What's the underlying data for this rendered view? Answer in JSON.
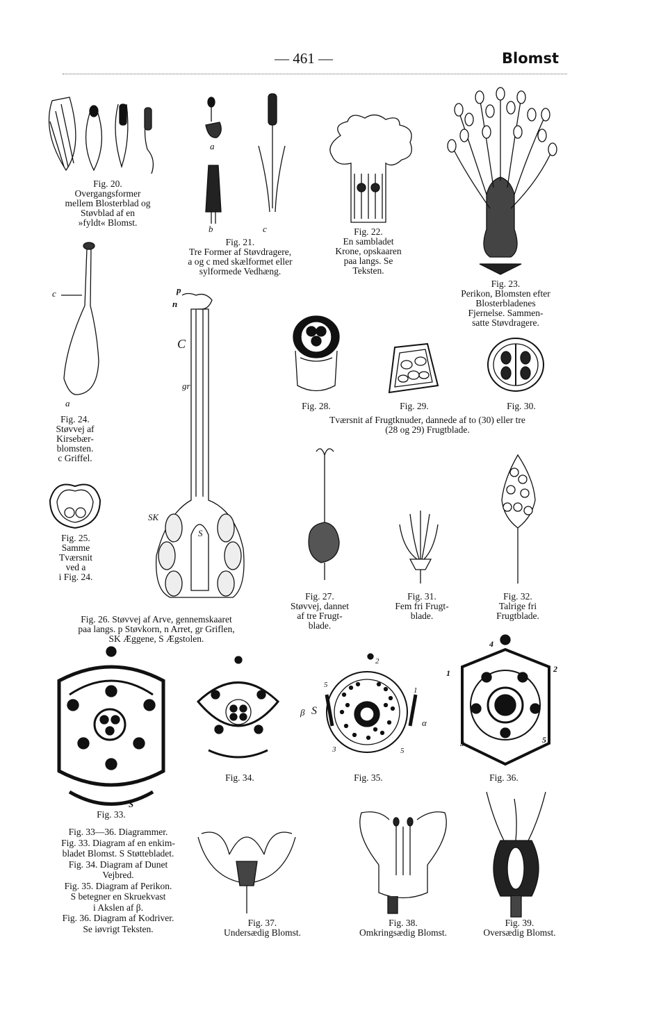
{
  "header": {
    "page_number": "— 461 —",
    "title": "Blomst"
  },
  "figures": {
    "fig20": "Fig. 20.\nOvergangsformer\nmellem Blosterblad og\nStøvblad af en\n»fyldt« Blomst.",
    "fig21": "Fig. 21.\nTre Former af Støvdragere,\na og c med skælformet eller\nsylformede Vedhæng.",
    "fig22": "Fig. 22.\nEn sambladet\nKrone, opskaaren\npaa langs. Se\nTeksten.",
    "fig23": "Fig. 23.\nPerikon, Blomsten efter\nBlosterbladenes\nFjernelse. Sammen-\nsatte Støvdragere.",
    "fig24": "Fig. 24.\nStøvvej af\nKirsebær-\nblomsten.\nc Griffel.",
    "fig25": "Fig. 25.\nSamme\nTværsnit\nved a\ni Fig. 24.",
    "fig26": "Fig. 26. Støvvej af Arve, gennemskaaret\npaa langs. p Støvkorn, n Arret, gr Griflen,\nSK Æggene, S Ægstolen.",
    "fig27": "Fig. 27.\nStøvvej, dannet\naf tre Frugt-\nblade.",
    "fig28": "Fig. 28.",
    "fig29": "Fig. 29.",
    "fig30": "Fig. 30.",
    "fig28_30_caption": "Tværsnit af Frugtknuder, dannede af to (30) eller tre\n(28 og 29) Frugtblade.",
    "fig31": "Fig. 31.\nFem fri Frugt-\nblade.",
    "fig32": "Fig. 32.\nTalrige fri\nFrugtblade.",
    "fig33": "Fig. 33.",
    "fig34": "Fig. 34.",
    "fig35": "Fig. 35.",
    "fig36": "Fig. 36.",
    "diagram_notes": "Fig. 33—36. Diagrammer.\nFig. 33. Diagram af en enkim-\nbladet Blomst. S Støttebladet.\nFig. 34. Diagram af Dunet\nVejbred.\nFig. 35. Diagram af Perikon.\nS betegner en Skruekvast\ni Akslen af β.\nFig. 36. Diagram af Kodriver.\nSe iøvrigt Teksten.",
    "fig37": "Fig. 37.\nUndersædig Blomst.",
    "fig38": "Fig. 38.\nOmkringsædig Blomst.",
    "fig39": "Fig. 39.\nOversædig Blomst."
  },
  "labels": {
    "a21": "a",
    "b21": "b",
    "c21": "c",
    "c24": "c",
    "a24": "a",
    "p26": "p",
    "n26": "n",
    "C26": "C",
    "gr26": "gr",
    "SK26": "SK",
    "S26": "S",
    "S33": "S",
    "n35_1": "1",
    "n35_2": "2",
    "n35_3": "3",
    "n35_5": "5",
    "alpha35": "α",
    "beta35": "β",
    "S35": "S",
    "n36_1": "1",
    "n36_2": "2",
    "n36_3": "3",
    "n36_4": "4",
    "n36_5": "5"
  }
}
